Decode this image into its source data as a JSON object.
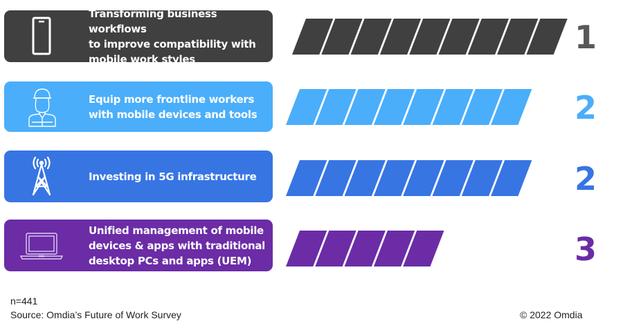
{
  "colors": {
    "row1": "#404040",
    "row2": "#4aaefa",
    "row3": "#3775e3",
    "row4": "#6b2ca6"
  },
  "chart_data": {
    "type": "bar",
    "title": "",
    "xlabel": "",
    "ylabel": "",
    "categories": [
      "Transforming business workflows to improve compatibility with mobile work styles",
      "Equip more frontline workers with mobile devices and tools",
      "Investing in 5G infrastructure",
      "Unified management of mobile devices & apps with traditional desktop PCs and apps (UEM)"
    ],
    "values": [
      9,
      8,
      8,
      5
    ],
    "ranks": [
      "1",
      "2",
      "2",
      "3"
    ],
    "unit": "segments",
    "xlim": [
      0,
      9
    ]
  },
  "rows": [
    {
      "label": "Transforming business workflows\nto improve compatibility with\nmobile work styles",
      "icon": "smartphone-icon",
      "rank": "1"
    },
    {
      "label": "Equip more frontline workers\nwith mobile devices and tools",
      "icon": "frontline-worker-icon",
      "rank": "2"
    },
    {
      "label": "Investing in 5G infrastructure",
      "icon": "cell-tower-icon",
      "rank": "2"
    },
    {
      "label": "Unified management of mobile\ndevices & apps with traditional\ndesktop PCs and apps (UEM)",
      "icon": "laptop-icon",
      "rank": "3"
    }
  ],
  "footer": {
    "sample": "n=441",
    "source": "Source: Omdia’s Future of Work Survey",
    "copyright": "© 2022 Omdia"
  }
}
